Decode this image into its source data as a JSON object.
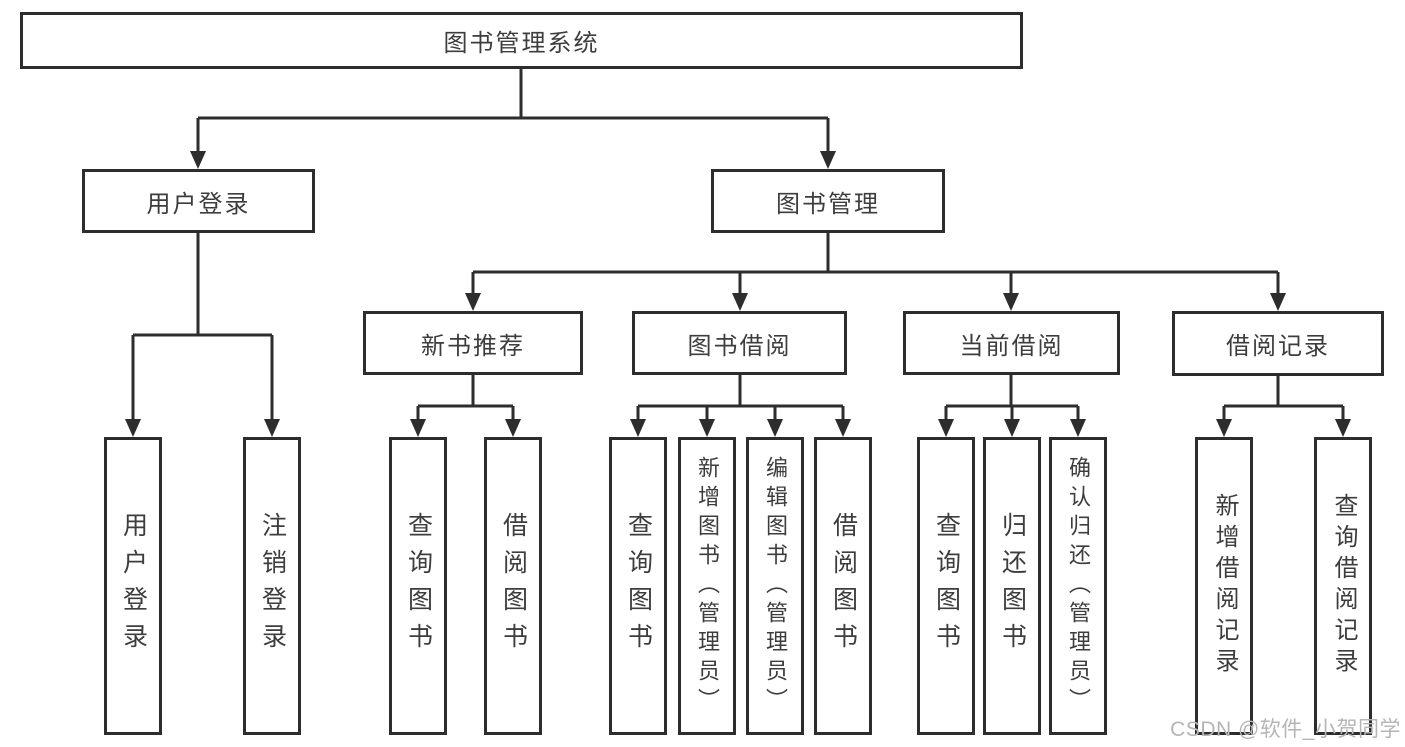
{
  "diagram": {
    "title": "图书管理系统",
    "nodes": {
      "root": {
        "label": "图书管理系统"
      },
      "user_login": {
        "label": "用户登录"
      },
      "book_mgmt": {
        "label": "图书管理"
      },
      "new_book_rec": {
        "label": "新书推荐"
      },
      "book_borrow": {
        "label": "图书借阅"
      },
      "current_borrow": {
        "label": "当前借阅"
      },
      "borrow_record": {
        "label": "借阅记录"
      },
      "leaf_user_login": {
        "label": "用户登录"
      },
      "leaf_logout": {
        "label": "注销登录"
      },
      "leaf_nb_query_books": {
        "label": "查询图书"
      },
      "leaf_nb_borrow_books": {
        "label": "借阅图书"
      },
      "leaf_bb_query_books": {
        "label": "查询图书"
      },
      "leaf_bb_add_books": {
        "label": "新增图书（管理员）"
      },
      "leaf_bb_edit_books": {
        "label": "编辑图书（管理员）"
      },
      "leaf_bb_borrow_books": {
        "label": "借阅图书"
      },
      "leaf_cb_query_books": {
        "label": "查询图书"
      },
      "leaf_cb_return_books": {
        "label": "归还图书"
      },
      "leaf_cb_confirm_return": {
        "label": "确认归还（管理员）"
      },
      "leaf_br_add_record": {
        "label": "新增借阅记录"
      },
      "leaf_br_query_record": {
        "label": "查询借阅记录"
      }
    },
    "colors": {
      "line": "#2d2d2d",
      "box_border": "#2d2d2d",
      "text": "#3d3d3d",
      "watermark": "#b5b5b5",
      "background": "#ffffff"
    }
  },
  "watermark": {
    "text": "CSDN @软件_小贺同学"
  }
}
